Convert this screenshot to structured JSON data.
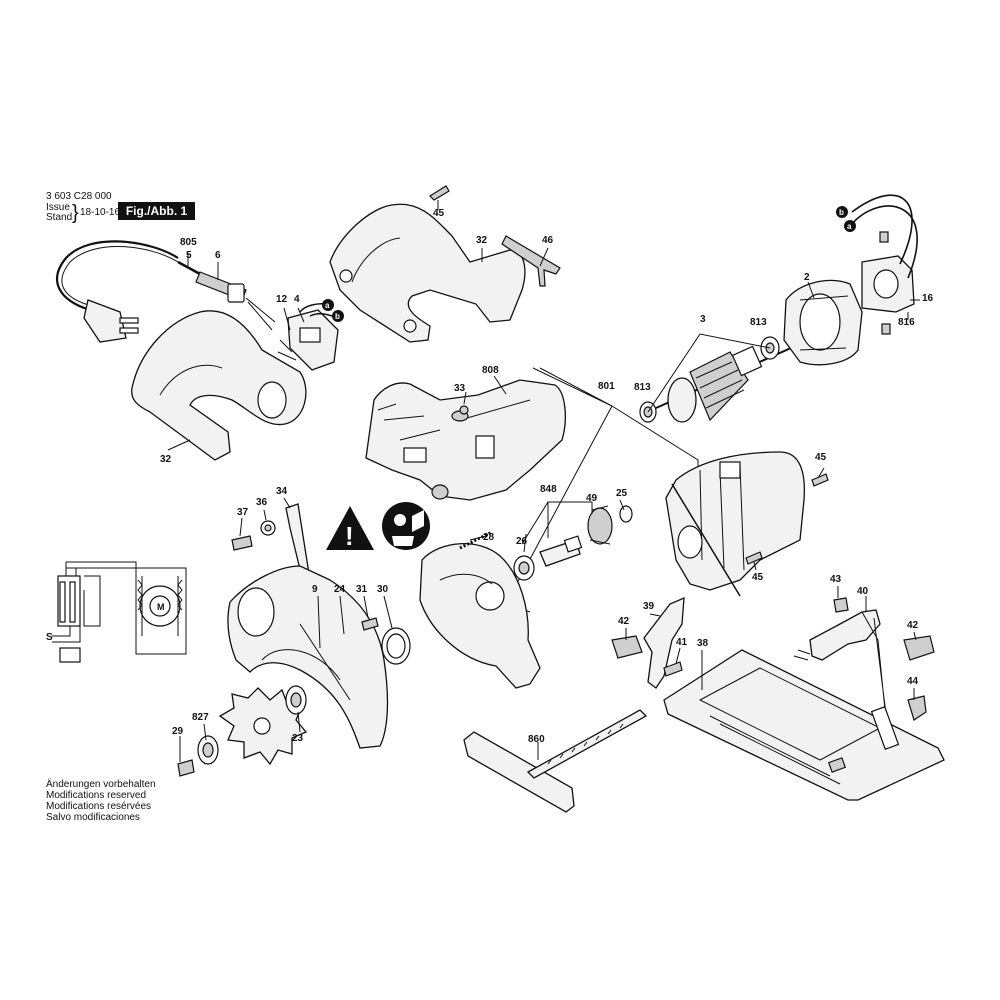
{
  "header": {
    "drawing_number": "3 603 C28 000",
    "issue_label": "Issue",
    "stand_label": "Stand",
    "brace": "}",
    "date": "18-10-16",
    "figure_label": "Fig./Abb. 1"
  },
  "notes": [
    "Änderungen vorbehalten",
    "Modifications reserved",
    "Modifications resérvées",
    "Salvo modificaciones"
  ],
  "parts": {
    "p805": "805",
    "p5": "5",
    "p6": "6",
    "p12": "12",
    "p4": "4",
    "p45a": "45",
    "p32a": "32",
    "p46": "46",
    "p32b": "32",
    "p33": "33",
    "p808": "808",
    "p801": "801",
    "p3": "3",
    "p2": "2",
    "p813a": "813",
    "p813b": "813",
    "p16": "16",
    "p816": "816",
    "p45b": "45",
    "p45c": "45",
    "p848": "848",
    "p49": "49",
    "p25": "25",
    "p26": "26",
    "p28": "28",
    "p37": "37",
    "p36": "36",
    "p34": "34",
    "p9": "9",
    "p24": "24",
    "p31": "31",
    "p30": "30",
    "p43": "43",
    "p40": "40",
    "p42a": "42",
    "p42b": "42",
    "p39": "39",
    "p41": "41",
    "p38": "38",
    "p44": "44",
    "p29": "29",
    "p827": "827",
    "p23": "23",
    "p860": "860"
  },
  "wire_markers": {
    "a1": "a",
    "b1": "b",
    "a2": "a",
    "b2": "b"
  },
  "motor_symbol": "M",
  "switch_label": "S"
}
